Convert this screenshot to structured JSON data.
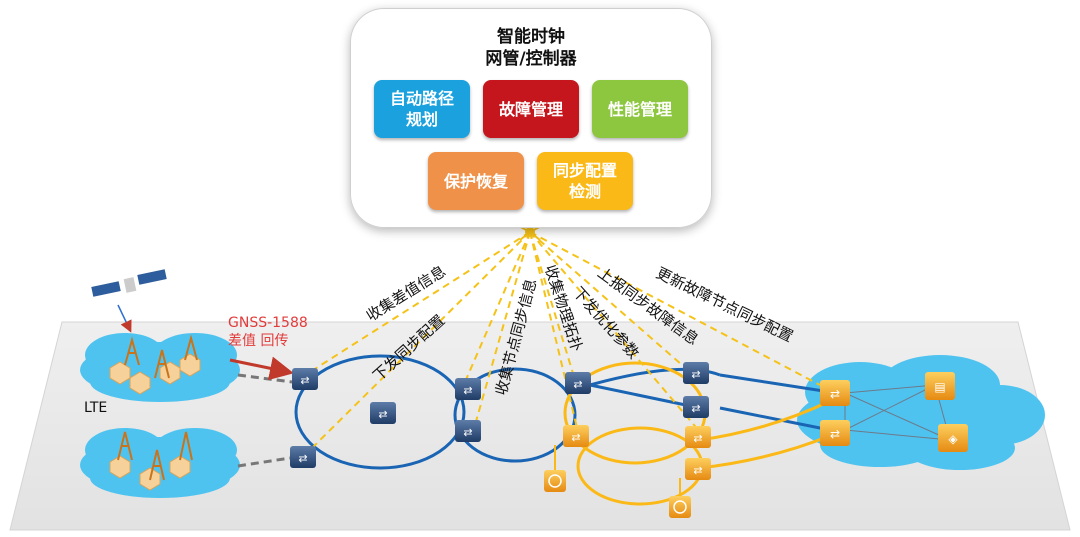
{
  "controller": {
    "title_line1": "智能时钟",
    "title_line2": "网管/控制器",
    "modules": [
      {
        "label": "自动路径规划",
        "color": "#1aa1de"
      },
      {
        "label": "故障管理",
        "color": "#c4161c"
      },
      {
        "label": "性能管理",
        "color": "#8dc63f"
      },
      {
        "label": "保护恢复",
        "color": "#f0914a"
      },
      {
        "label": "同步配置检测",
        "color": "#fbb917"
      }
    ]
  },
  "flows": [
    "收集差值信息",
    "下发同步配置",
    "收集节点同步信息",
    "收集物理拓扑",
    "下发优化参数",
    "上报同步故障信息",
    "更新故障节点同步配置"
  ],
  "gnss_label_line1": "GNSS-1588",
  "gnss_label_line2": "差值 回传",
  "lte_label": "LTE",
  "colors": {
    "blue_ring": "#1a64b4",
    "orange_ring": "#fbb917",
    "dashed_line": "#f5c218",
    "cloud": "#4fc3f0",
    "arrow": "#c0392b"
  }
}
